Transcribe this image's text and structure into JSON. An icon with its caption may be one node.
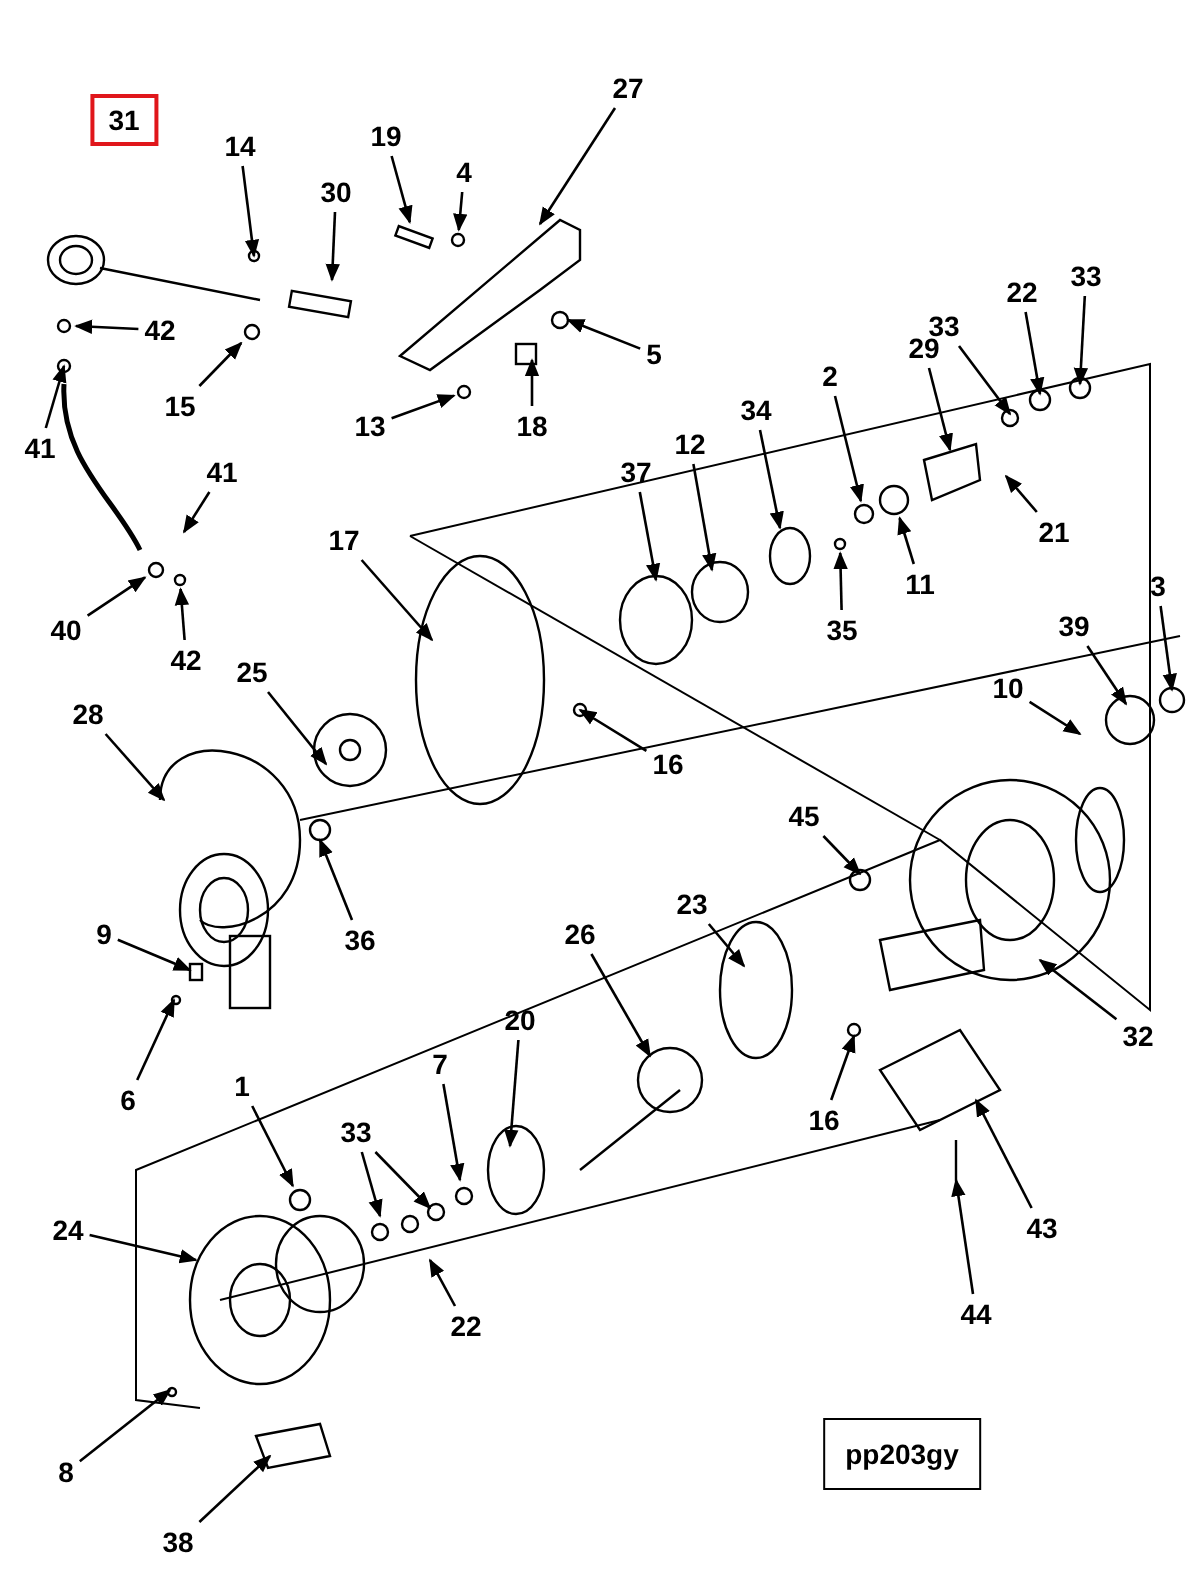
{
  "diagram": {
    "nodes": [
      {
        "text": [
          "31"
        ]
      },
      {
        "text": [
          "27"
        ]
      },
      {
        "text": [
          "19"
        ]
      },
      {
        "text": [
          "14"
        ]
      },
      {
        "text": [
          "4"
        ]
      },
      {
        "text": [
          "30"
        ]
      },
      {
        "text": [
          "33"
        ]
      },
      {
        "text": [
          "22"
        ]
      },
      {
        "text": [
          "33"
        ]
      },
      {
        "text": [
          "42"
        ]
      },
      {
        "text": [
          "29"
        ]
      },
      {
        "text": [
          "5"
        ]
      },
      {
        "text": [
          "2"
        ]
      },
      {
        "text": [
          "15"
        ]
      },
      {
        "text": [
          "34"
        ]
      },
      {
        "text": [
          "13"
        ]
      },
      {
        "text": [
          "18"
        ]
      },
      {
        "text": [
          "12"
        ]
      },
      {
        "text": [
          "41"
        ]
      },
      {
        "text": [
          "37"
        ]
      },
      {
        "text": [
          "41"
        ]
      },
      {
        "text": [
          "21"
        ]
      },
      {
        "text": [
          "17"
        ]
      },
      {
        "text": [
          "11"
        ]
      },
      {
        "text": [
          "3"
        ]
      },
      {
        "text": [
          "40"
        ]
      },
      {
        "text": [
          "35"
        ]
      },
      {
        "text": [
          "42"
        ]
      },
      {
        "text": [
          "39"
        ]
      },
      {
        "text": [
          "25"
        ]
      },
      {
        "text": [
          "10"
        ]
      },
      {
        "text": [
          "28"
        ]
      },
      {
        "text": [
          "16"
        ]
      },
      {
        "text": [
          "45"
        ]
      },
      {
        "text": [
          "9"
        ]
      },
      {
        "text": [
          "26"
        ]
      },
      {
        "text": [
          "23"
        ]
      },
      {
        "text": [
          "36"
        ]
      },
      {
        "text": [
          "20"
        ]
      },
      {
        "text": [
          "32"
        ]
      },
      {
        "text": [
          "7"
        ]
      },
      {
        "text": [
          "1"
        ]
      },
      {
        "text": [
          "6"
        ]
      },
      {
        "text": [
          "16"
        ]
      },
      {
        "text": [
          "33"
        ]
      },
      {
        "text": [
          "24"
        ]
      },
      {
        "text": [
          "43"
        ]
      },
      {
        "text": [
          "44"
        ]
      },
      {
        "text": [
          "22"
        ]
      },
      {
        "text": [
          "8"
        ]
      },
      {
        "text": [
          "38"
        ]
      },
      {
        "text": [
          "pp203gy"
        ]
      },
      {
        "text": [],
        "shape": "box"
      },
      {
        "text": [],
        "shape": "circle"
      },
      {
        "text": [],
        "shape": "circle"
      },
      {
        "text": [],
        "shape": "circle"
      },
      {
        "text": [],
        "shape": "circle"
      },
      {
        "text": [],
        "shape": "circle"
      },
      {
        "text": [],
        "shape": "circle"
      },
      {
        "text": [],
        "shape": "circle"
      },
      {
        "text": [],
        "shape": "circle"
      },
      {
        "text": [],
        "shape": "circle"
      }
    ],
    "edges": [
      {
        "from": 1,
        "to": null,
        "arrow": "to"
      },
      {
        "from": 2,
        "to": 52,
        "arrow": "to"
      },
      {
        "from": 3,
        "to": null,
        "arrow": "to"
      },
      {
        "from": 4,
        "to": 58,
        "arrow": "to"
      },
      {
        "from": 5,
        "to": null,
        "arrow": "to"
      },
      {
        "from": 6,
        "to": null,
        "arrow": "to"
      },
      {
        "from": 7,
        "to": null,
        "arrow": "to"
      },
      {
        "from": 8,
        "to": null,
        "arrow": "to"
      },
      {
        "from": 9,
        "to": null,
        "arrow": "to"
      },
      {
        "from": 10,
        "to": null,
        "arrow": "to"
      },
      {
        "from": 11,
        "to": null,
        "arrow": "to"
      },
      {
        "from": 12,
        "to": 55,
        "arrow": "to"
      },
      {
        "from": 13,
        "to": 53,
        "arrow": "to"
      },
      {
        "from": 14,
        "to": null,
        "arrow": "to"
      },
      {
        "from": 15,
        "to": 54,
        "arrow": "to"
      },
      {
        "from": 16,
        "to": null,
        "arrow": "to"
      },
      {
        "from": 17,
        "to": null,
        "arrow": "to"
      },
      {
        "from": 18,
        "to": null,
        "arrow": "to"
      },
      {
        "from": 19,
        "to": null,
        "arrow": "to"
      },
      {
        "from": 20,
        "to": null,
        "arrow": "to"
      },
      {
        "from": 21,
        "to": null,
        "arrow": "to"
      },
      {
        "from": 22,
        "to": null,
        "arrow": "to"
      },
      {
        "from": 23,
        "to": 59,
        "arrow": "to"
      },
      {
        "from": 24,
        "to": null,
        "arrow": "to"
      },
      {
        "from": 25,
        "to": 56,
        "arrow": "to"
      },
      {
        "from": 26,
        "to": 60,
        "arrow": "to"
      },
      {
        "from": 27,
        "to": 61,
        "arrow": "to"
      },
      {
        "from": 28,
        "to": null,
        "arrow": "to"
      },
      {
        "from": 29,
        "to": null,
        "arrow": "to"
      },
      {
        "from": 30,
        "to": null,
        "arrow": "to"
      },
      {
        "from": 31,
        "to": null,
        "arrow": "to"
      },
      {
        "from": 32,
        "to": null,
        "arrow": "to"
      },
      {
        "from": 33,
        "to": null,
        "arrow": "to"
      },
      {
        "from": 34,
        "to": null,
        "arrow": "to"
      },
      {
        "from": 35,
        "to": null,
        "arrow": "to"
      },
      {
        "from": 36,
        "to": null,
        "arrow": "to"
      },
      {
        "from": 37,
        "to": null,
        "arrow": "to"
      },
      {
        "from": 38,
        "to": null,
        "arrow": "to"
      },
      {
        "from": 39,
        "to": null,
        "arrow": "to"
      },
      {
        "from": 40,
        "to": null,
        "arrow": "to"
      },
      {
        "from": 41,
        "to": 57,
        "arrow": "to"
      },
      {
        "from": 42,
        "to": null,
        "arrow": "to"
      },
      {
        "from": 43,
        "to": null,
        "arrow": "to"
      },
      {
        "from": 44,
        "to": null,
        "arrow": "to"
      },
      {
        "from": 44,
        "to": null,
        "arrow": "to"
      },
      {
        "from": 45,
        "to": null,
        "arrow": "to"
      },
      {
        "from": 46,
        "to": null,
        "arrow": "to"
      },
      {
        "from": 47,
        "to": null,
        "arrow": "to"
      },
      {
        "from": 48,
        "to": null,
        "arrow": "to"
      },
      {
        "from": 49,
        "to": null,
        "arrow": "to"
      },
      {
        "from": 50,
        "to": null,
        "arrow": "to"
      }
    ]
  }
}
